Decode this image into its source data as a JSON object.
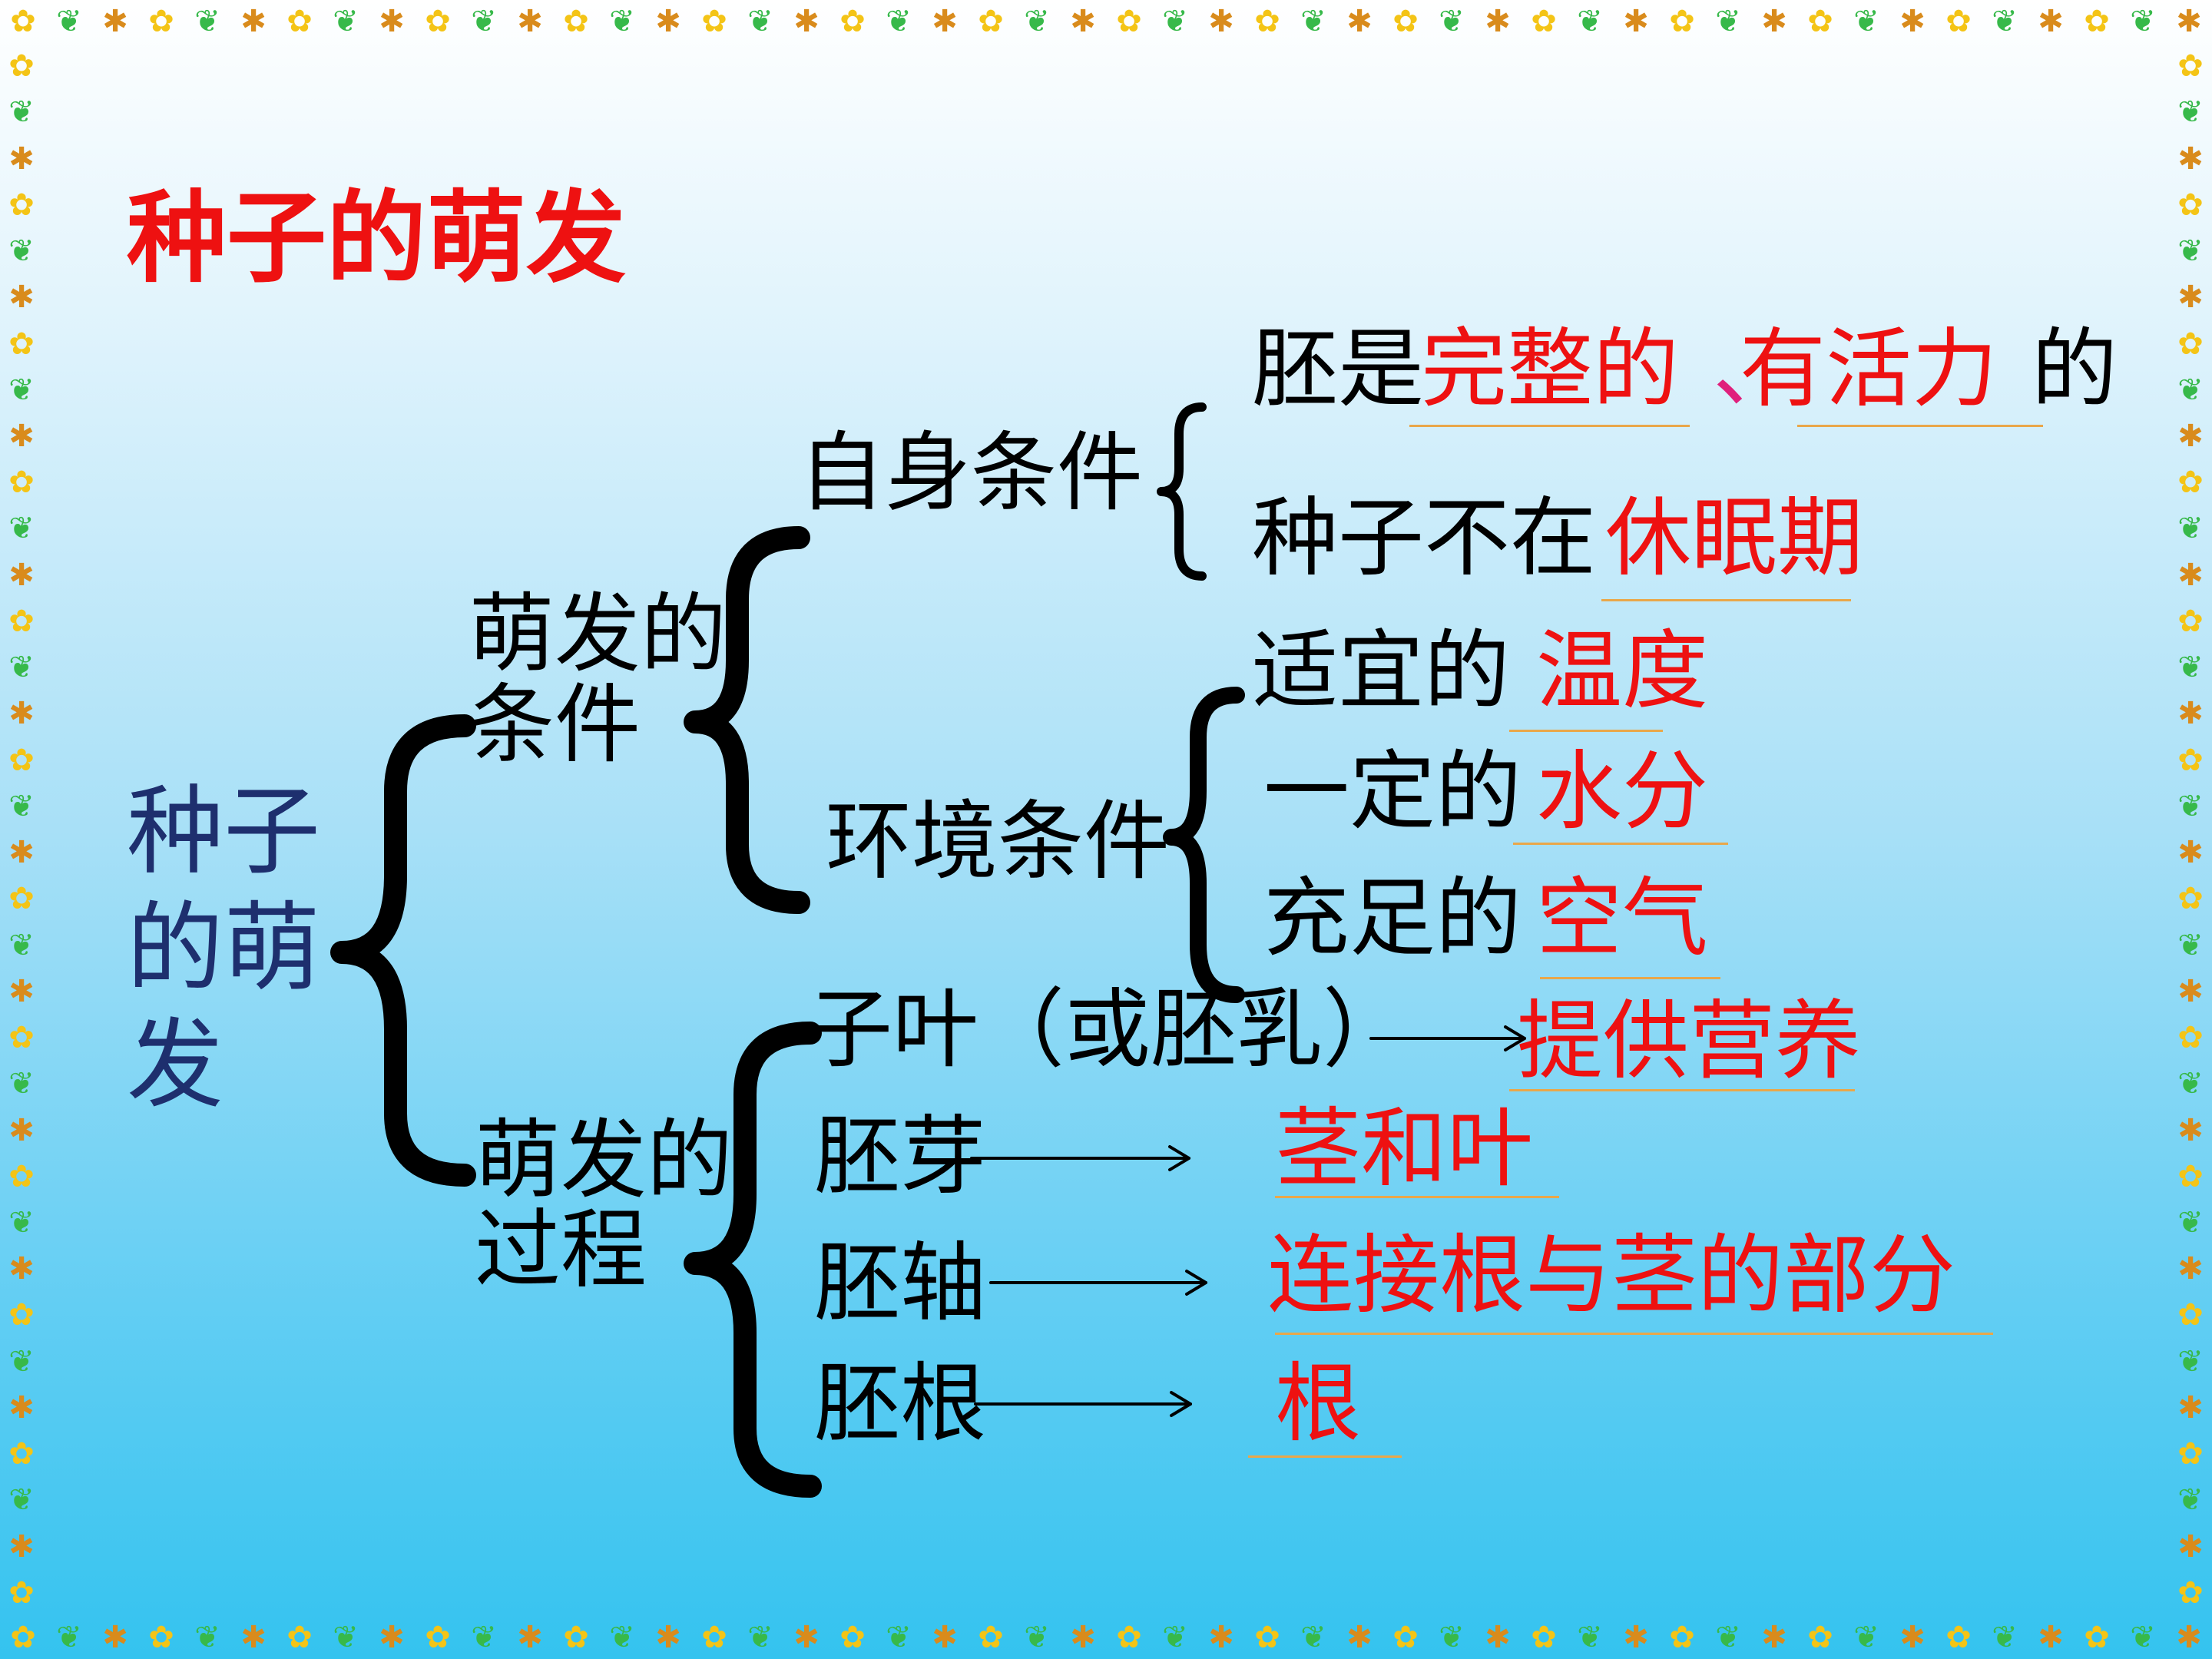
{
  "title": "种子的萌发",
  "root": {
    "line1": "种子",
    "line2": "的萌",
    "line3": "发"
  },
  "conditions": {
    "label_l1": "萌发的",
    "label_l2": "条件",
    "self": {
      "label": "自身条件",
      "item1_prefix": "胚是",
      "item1_answer_a": "完整的",
      "item1_sep": "、",
      "item1_answer_b": "有活力",
      "item1_suffix": "的",
      "item2_prefix": "种子不在",
      "item2_answer": "休眠期"
    },
    "env": {
      "label": "环境条件",
      "items": [
        {
          "prefix": "适宜的",
          "answer": "温度"
        },
        {
          "prefix": "一定的",
          "answer": "水分"
        },
        {
          "prefix": "充足的",
          "answer": "空气"
        }
      ]
    }
  },
  "process": {
    "label_l1": "萌发的",
    "label_l2": "过程",
    "items": [
      {
        "part": "子叶（或胚乳）",
        "result": "提供营养"
      },
      {
        "part": "胚芽",
        "result": "茎和叶"
      },
      {
        "part": "胚轴",
        "result": "连接根与茎的部分"
      },
      {
        "part": "胚根",
        "result": "根"
      }
    ]
  },
  "colors": {
    "title": "#ee1111",
    "answer": "#ee1111",
    "root": "#1e2f6e",
    "underline": "#e9a74a"
  },
  "border_icons": [
    "flower-icon",
    "heart-sprout-icon",
    "bee-icon"
  ]
}
